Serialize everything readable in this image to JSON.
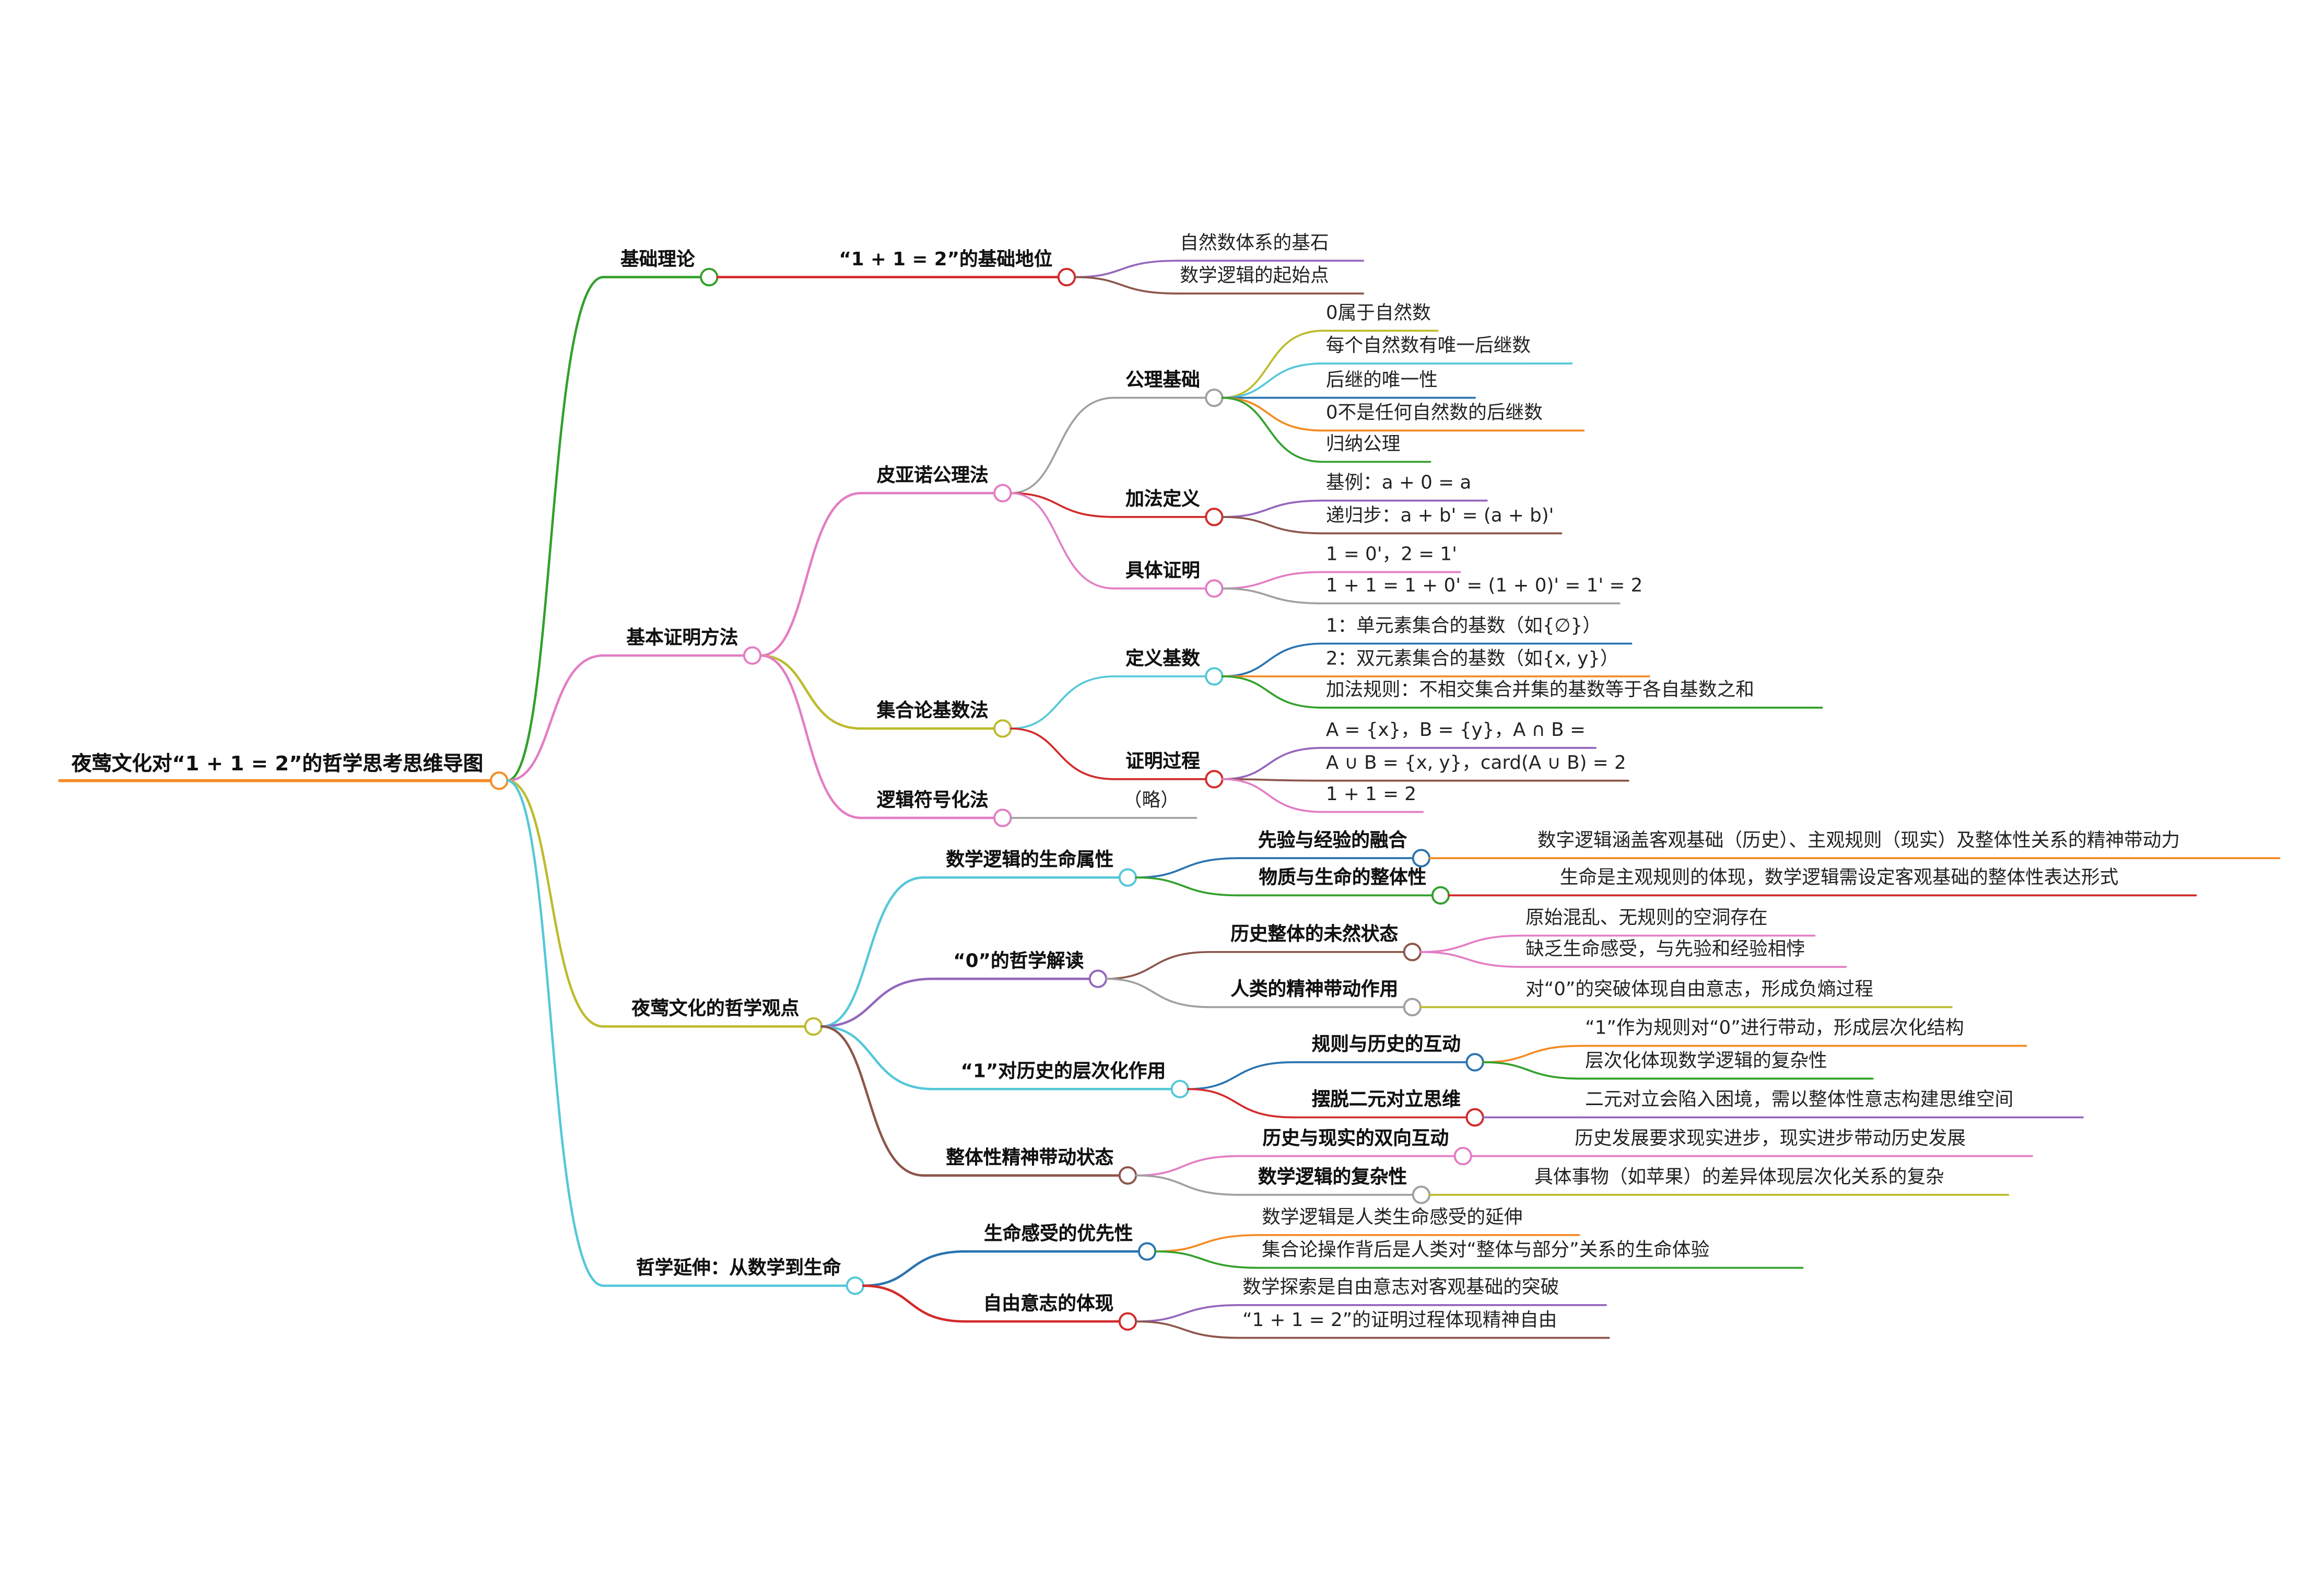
{
  "title": "夜莺文化对“1 + 1 = 2”的哲学思考思维导图",
  "colors": {
    "root": "#f58a23",
    "green": "#33a02c",
    "pink": "#e37dc4",
    "olive": "#bdbb2d",
    "cyan": "#55c8d8",
    "red": "#d22b2b",
    "gray": "#a0a0a0",
    "blue": "#2a74b0",
    "orange": "#f58a23",
    "purple": "#9467bd",
    "brown": "#8c564b"
  },
  "branches": [
    {
      "label": "基础理论",
      "children": [
        {
          "label": "“1 + 1 = 2”的基础地位",
          "children": [
            {
              "label": "自然数体系的基石"
            },
            {
              "label": "数学逻辑的起始点"
            }
          ]
        }
      ]
    },
    {
      "label": "基本证明方法",
      "children": [
        {
          "label": "皮亚诺公理法",
          "children": [
            {
              "label": "公理基础",
              "children": [
                {
                  "label": "0属于自然数"
                },
                {
                  "label": "每个自然数有唯一后继数"
                },
                {
                  "label": "后继的唯一性"
                },
                {
                  "label": "0不是任何自然数的后继数"
                },
                {
                  "label": "归纳公理"
                }
              ]
            },
            {
              "label": "加法定义",
              "children": [
                {
                  "label": "基例：a + 0 = a"
                },
                {
                  "label": "递归步：a + b' = (a + b)'"
                }
              ]
            },
            {
              "label": "具体证明",
              "children": [
                {
                  "label": "1 = 0'，2 = 1'"
                },
                {
                  "label": "1 + 1 = 1 + 0' = (1 + 0)' = 1' = 2"
                }
              ]
            }
          ]
        },
        {
          "label": "集合论基数法",
          "children": [
            {
              "label": "定义基数",
              "children": [
                {
                  "label": "1：单元素集合的基数（如{∅}）"
                },
                {
                  "label": "2：双元素集合的基数（如{x, y}）"
                },
                {
                  "label": "加法规则：不相交集合并集的基数等于各自基数之和"
                }
              ]
            },
            {
              "label": "证明过程",
              "children": [
                {
                  "label": "A = {x}，B = {y}，A ∩ B ="
                },
                {
                  "label": "A ∪ B = {x, y}，card(A ∪ B) = 2"
                },
                {
                  "label": "1 + 1 = 2"
                }
              ]
            }
          ]
        },
        {
          "label": "逻辑符号化法",
          "children": [
            {
              "label": "（略）"
            }
          ]
        }
      ]
    },
    {
      "label": "夜莺文化的哲学观点",
      "children": [
        {
          "label": "数学逻辑的生命属性",
          "children": [
            {
              "label": "先验与经验的融合",
              "children": [
                {
                  "label": "数字逻辑涵盖客观基础（历史）、主观规则（现实）及整体性关系的精神带动力"
                }
              ]
            },
            {
              "label": "物质与生命的整体性",
              "children": [
                {
                  "label": "生命是主观规则的体现，数学逻辑需设定客观基础的整体性表达形式"
                }
              ]
            }
          ]
        },
        {
          "label": "“0”的哲学解读",
          "children": [
            {
              "label": "历史整体的未然状态",
              "children": [
                {
                  "label": "原始混乱、无规则的空洞存在"
                },
                {
                  "label": "缺乏生命感受，与先验和经验相悖"
                }
              ]
            },
            {
              "label": "人类的精神带动作用",
              "children": [
                {
                  "label": "对“0”的突破体现自由意志，形成负熵过程"
                }
              ]
            }
          ]
        },
        {
          "label": "“1”对历史的层次化作用",
          "children": [
            {
              "label": "规则与历史的互动",
              "children": [
                {
                  "label": "“1”作为规则对“0”进行带动，形成层次化结构"
                },
                {
                  "label": "层次化体现数学逻辑的复杂性"
                }
              ]
            },
            {
              "label": "摆脱二元对立思维",
              "children": [
                {
                  "label": "二元对立会陷入困境，需以整体性意志构建思维空间"
                }
              ]
            }
          ]
        },
        {
          "label": "整体性精神带动状态",
          "children": [
            {
              "label": "历史与现实的双向互动",
              "children": [
                {
                  "label": "历史发展要求现实进步，现实进步带动历史发展"
                }
              ]
            },
            {
              "label": "数学逻辑的复杂性",
              "children": [
                {
                  "label": "具体事物（如苹果）的差异体现层次化关系的复杂"
                }
              ]
            }
          ]
        }
      ]
    },
    {
      "label": "哲学延伸：从数学到生命",
      "children": [
        {
          "label": "生命感受的优先性",
          "children": [
            {
              "label": "数学逻辑是人类生命感受的延伸"
            },
            {
              "label": "集合论操作背后是人类对“整体与部分”关系的生命体验"
            }
          ]
        },
        {
          "label": "自由意志的体现",
          "children": [
            {
              "label": "数学探索是自由意志对客观基础的突破"
            },
            {
              "label": "“1 + 1 = 2”的证明过程体现精神自由"
            }
          ]
        }
      ]
    }
  ]
}
